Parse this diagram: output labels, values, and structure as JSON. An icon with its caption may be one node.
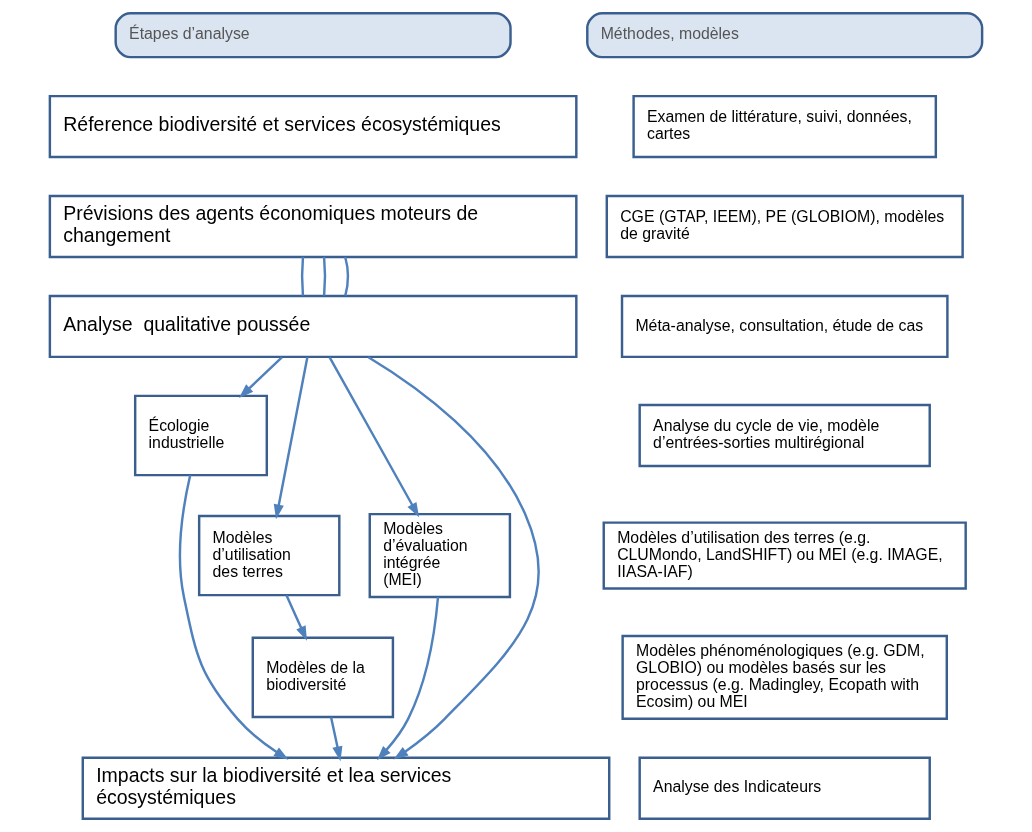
{
  "diagram": {
    "nodes": [
      {
        "text": [
          "Étapes d’analyse"
        ]
      },
      {
        "text": [
          "Méthodes, modèles"
        ]
      },
      {
        "text": [
          "Réference biodiversité et services écosystémiques"
        ]
      },
      {
        "text": [
          "Prévisions des agents économiques moteurs de changement"
        ]
      },
      {
        "text": [
          "Analyse  qualitative poussée"
        ]
      },
      {
        "text": [
          "Écologie industrielle"
        ]
      },
      {
        "text": [
          "Modèles d’utilisation des terres"
        ]
      },
      {
        "text": [
          "Modèles d’évaluation intégrée (MEI)"
        ]
      },
      {
        "text": [
          "Modèles de la biodiversité"
        ]
      },
      {
        "text": [
          "Impacts sur la biodiversité et lea services écosystémiques"
        ]
      },
      {
        "text": [
          "Examen de littérature, suivi, données, cartes"
        ]
      },
      {
        "text": [
          "CGE (GTAP, IEEM), PE (GLOBIOM), modèles de gravité"
        ]
      },
      {
        "text": [
          "Méta-analyse, consultation, étude de cas"
        ]
      },
      {
        "text": [
          "Analyse du cycle de vie, modèle d’entrées-sorties multirégional"
        ]
      },
      {
        "text": [
          "Modèles d’utilisation des terres (e.g. CLUMondo, LandSHIFT) ou MEI (e.g. IMAGE, IIASA-IAF)"
        ]
      },
      {
        "text": [
          "Modèles phénoménologiques (e.g. GDM, GLOBIO) ou modèles basés sur les processus (e.g. Madingley, Ecopath with Ecosim) ou MEI"
        ]
      },
      {
        "text": [
          "Analyse des Indicateurs"
        ]
      }
    ],
    "edges": [
      {
        "from": 3,
        "to": 4,
        "arrow": "none"
      },
      {
        "from": 3,
        "to": 4,
        "arrow": "none"
      },
      {
        "from": 3,
        "to": 4,
        "arrow": "none"
      },
      {
        "from": 4,
        "to": 9,
        "arrow": "to"
      },
      {
        "from": 4,
        "to": 5,
        "arrow": "to"
      },
      {
        "from": 4,
        "to": 6,
        "arrow": "to"
      },
      {
        "from": 4,
        "to": 7,
        "arrow": "to"
      },
      {
        "from": 5,
        "to": 9,
        "arrow": "to"
      },
      {
        "from": 6,
        "to": 8,
        "arrow": "to"
      },
      {
        "from": 8,
        "to": 9,
        "arrow": "to"
      },
      {
        "from": 7,
        "to": 9,
        "arrow": "to"
      }
    ]
  }
}
